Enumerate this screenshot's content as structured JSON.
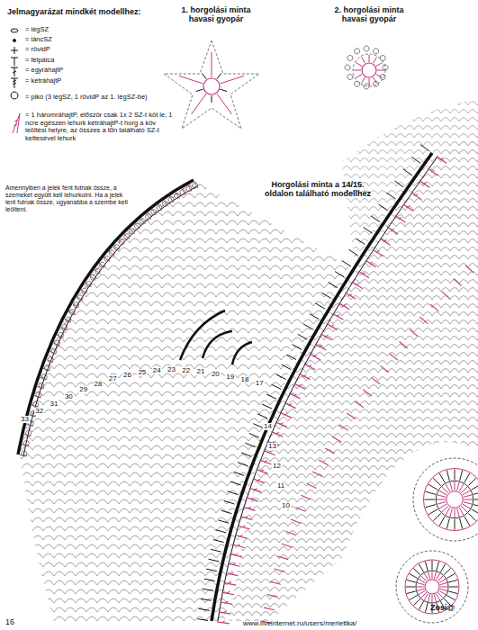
{
  "diagram": {
    "labels": [
      "Jelmagyarázat mindkét modellhez:",
      "Amennyiben a jelek fent futnak össze, a szemeket együtt kell lehurkolni. Ha a jelek lent futnak össze, ugyanabba a szembe kell leölteni.",
      "1. horgolási minta havasi gyopár",
      "2. horgolási minta havasi gyopár",
      "Horgolási minta a 14/15. oldalon található modellhez",
      "33",
      "32",
      "31",
      "30",
      "29",
      "28",
      "27",
      "26",
      "25",
      "24",
      "23",
      "22",
      "21",
      "20",
      "19",
      "18",
      "17",
      "14",
      "13",
      "12",
      "11",
      "10",
      "16",
      "Zosi@",
      "www.liveinternet.ru/users/merlettka/"
    ],
    "legend": [
      {
        "text": "= légSZ"
      },
      {
        "text": "= láncSZ"
      },
      {
        "text": "= rövidP"
      },
      {
        "text": "= félpálca"
      },
      {
        "text": "= egyráhajtP"
      },
      {
        "text": "= kétráhajtP"
      },
      {
        "text": "= pikó (3 légSZ, 1 rövidP az 1. légSZ-be)"
      },
      {
        "text": "= 1 háromráhajtP, először csak 1x 2 SZ-t köt le, 1 ncre egészen lehurk kétráhajtP-t horg a köv leöltési helyre, az összes a tűn található SZ-t kettesével lehurk"
      }
    ]
  }
}
